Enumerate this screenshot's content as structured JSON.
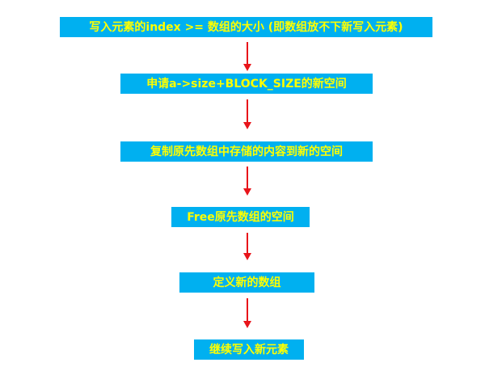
{
  "flowchart": {
    "steps": [
      "写入元素的index >= 数组的大小 (即数组放不下新写入元素)",
      "申请a->size+BLOCK_SIZE的新空间",
      "复制原先数组中存储的内容到新的空间",
      "Free原先数组的空间",
      "定义新的数组",
      "继续写入新元素"
    ]
  },
  "colors": {
    "box_fill": "#00b0f0",
    "text": "#ffff00",
    "arrow": "#e8141a"
  }
}
